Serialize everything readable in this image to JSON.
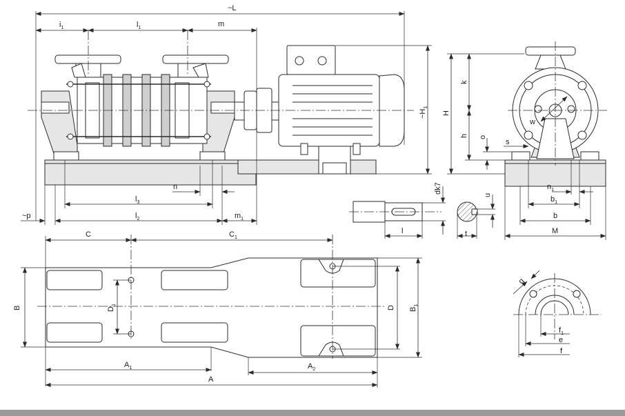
{
  "colors": {
    "line": "#2a2a2a",
    "footer": "#9a9a9a",
    "fill": "#e6e6e6"
  },
  "labels": {
    "L": "~L",
    "i1": "i",
    "i1_sub": "1",
    "l1": "l",
    "l1_sub": "1",
    "m": "m",
    "H1": "~H",
    "H1_sub": "1",
    "H": "H",
    "k": "k",
    "h": "h",
    "o": "o",
    "s": "s",
    "w": "w",
    "n": "n",
    "l3": "l",
    "l3_sub": "3",
    "l2": "l",
    "l2_sub": "2",
    "p": "~p",
    "m1": "m",
    "m1_sub": "1",
    "dk7": "dk7",
    "u": "u",
    "l": "l",
    "t": "t",
    "n1": "n",
    "n1_sub": "1",
    "b1": "b",
    "b1_sub": "1",
    "b": "b",
    "M": "M",
    "C": "C",
    "C1": "C",
    "C1_sub": "1",
    "B": "B",
    "D1": "D",
    "D1_sub": "1",
    "D": "D",
    "B1": "B",
    "B1_sub": "1",
    "A1": "A",
    "A1_sub": "1",
    "A2": "A",
    "A2_sub": "2",
    "A": "A",
    "g": "g",
    "f1": "f",
    "f1_sub": "1",
    "e": "e",
    "f": "f"
  }
}
